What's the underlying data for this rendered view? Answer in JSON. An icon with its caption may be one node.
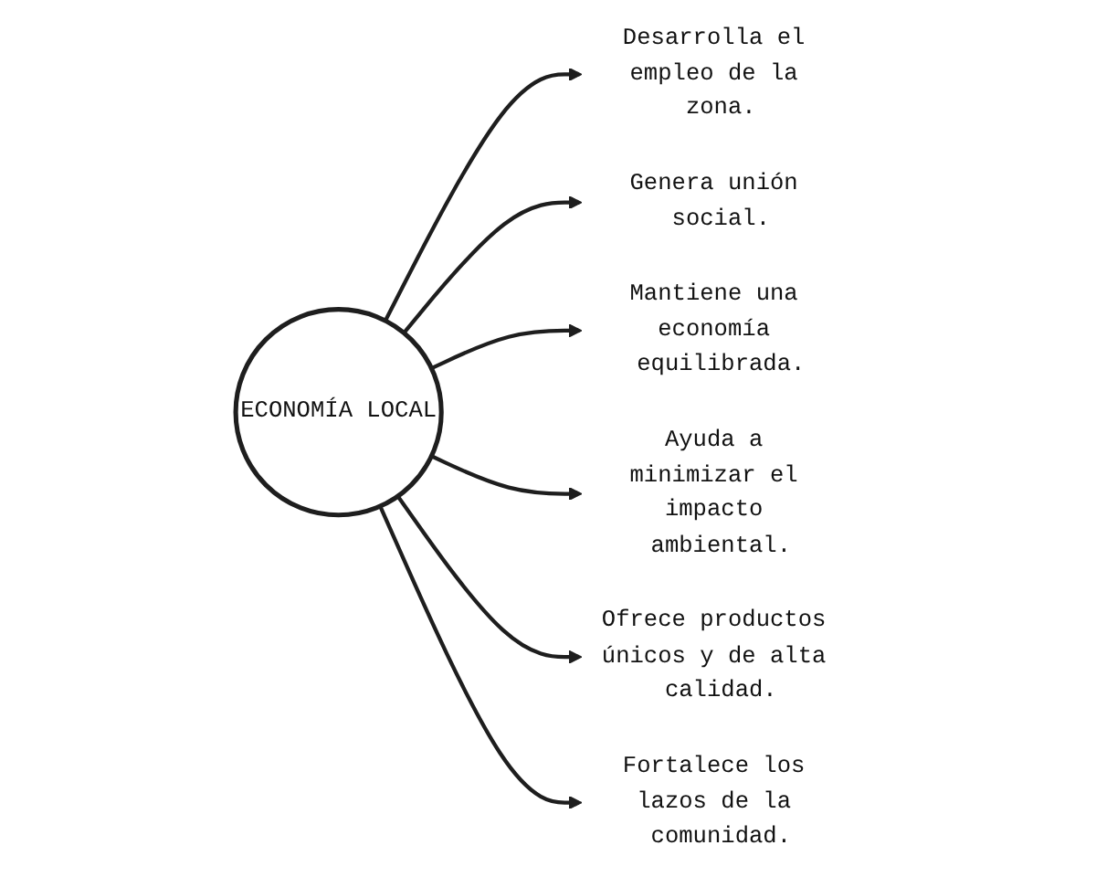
{
  "diagram": {
    "nodes": [
      {
        "text": [
          "ECONOMÍA LOCAL"
        ]
      },
      {
        "text": [
          "Desarrolla el empleo de la zona."
        ]
      },
      {
        "text": [
          "Genera unión social."
        ]
      },
      {
        "text": [
          "Mantiene una economía equilibrada."
        ]
      },
      {
        "text": [
          "Ayuda a minimizar el impacto ambiental."
        ]
      },
      {
        "text": [
          "Ofrece productos únicos y de alta calidad."
        ]
      },
      {
        "text": [
          "Fortalece los lazos de la comunidad."
        ]
      }
    ],
    "edges": [
      {
        "from": 0,
        "to": 1,
        "arrow": "to"
      },
      {
        "from": 0,
        "to": 2,
        "arrow": "to"
      },
      {
        "from": 0,
        "to": 3,
        "arrow": "to"
      },
      {
        "from": 0,
        "to": 4,
        "arrow": "to"
      },
      {
        "from": 0,
        "to": 5,
        "arrow": "to"
      },
      {
        "from": 0,
        "to": 6,
        "arrow": "to"
      }
    ]
  }
}
